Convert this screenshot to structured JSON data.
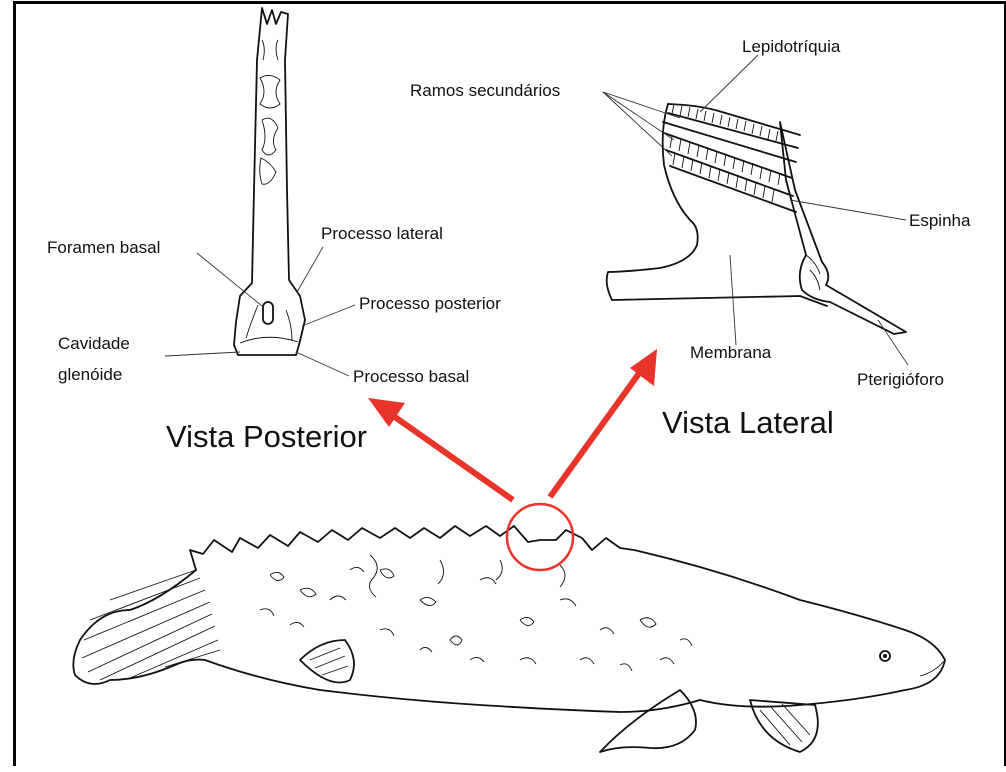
{
  "labels": {
    "lepidotriquia": "Lepidotríquia",
    "ramos_secundarios": "Ramos secundários",
    "espinha": "Espinha",
    "membrana": "Membrana",
    "pterigioforo": "Pterigióforo",
    "foramen_basal": "Foramen basal",
    "processo_lateral": "Processo lateral",
    "processo_posterior": "Processo posterior",
    "cavidade_line1": "Cavidade",
    "cavidade_line2": "glenóide",
    "processo_basal": "Processo basal"
  },
  "titles": {
    "vista_posterior": "Vista Posterior",
    "vista_lateral": "Vista Lateral"
  },
  "colors": {
    "arrow": "#e8342a",
    "ink": "#111111",
    "background": "#ffffff"
  }
}
